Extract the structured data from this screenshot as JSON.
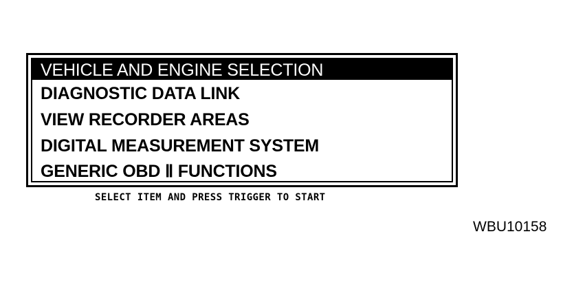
{
  "menu": {
    "items": [
      {
        "label": "VEHICLE AND ENGINE SELECTION",
        "selected": true
      },
      {
        "label": "DIAGNOSTIC DATA LINK",
        "selected": false
      },
      {
        "label": "VIEW RECORDER AREAS",
        "selected": false
      },
      {
        "label": "DIGITAL MEASUREMENT SYSTEM",
        "selected": false
      },
      {
        "label": "GENERIC OBD  Ⅱ FUNCTIONS",
        "selected": false
      }
    ]
  },
  "hint": "SELECT ITEM AND PRESS TRIGGER TO START",
  "figure_id": "WBU10158",
  "colors": {
    "background": "#ffffff",
    "foreground": "#000000",
    "selection": "#000000"
  }
}
